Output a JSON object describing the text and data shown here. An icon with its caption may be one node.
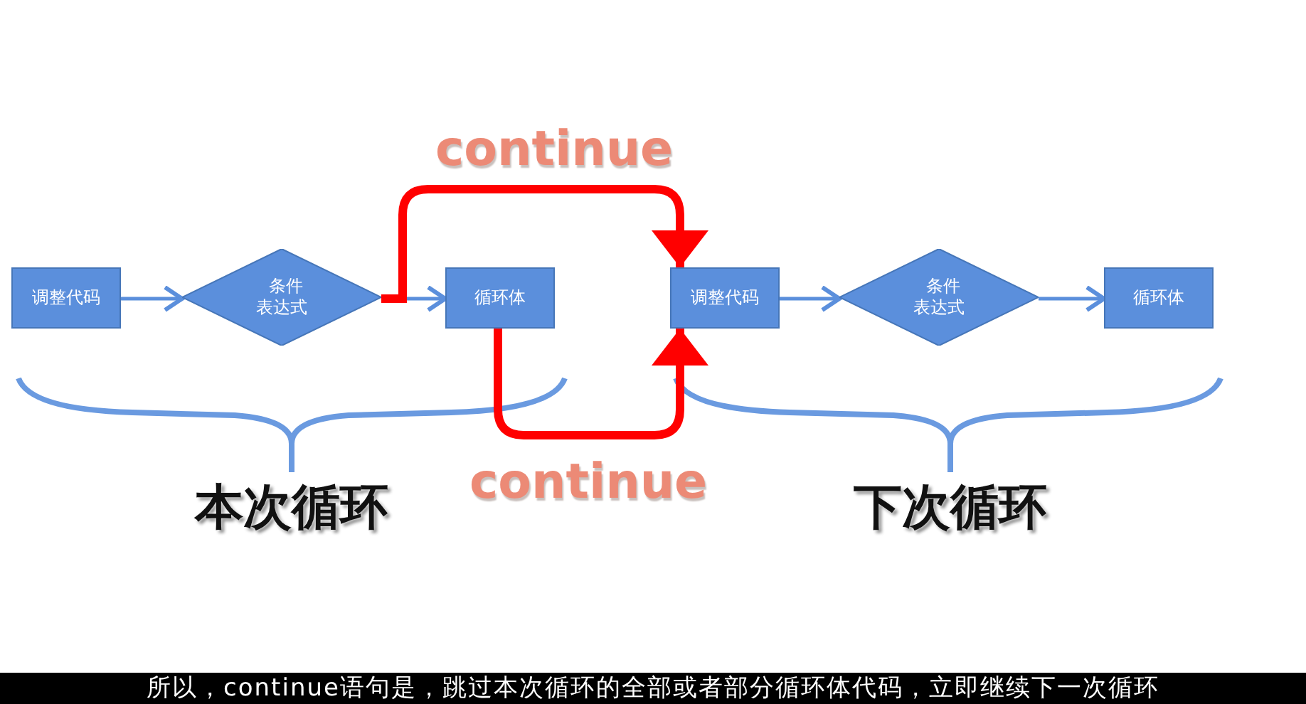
{
  "diagram": {
    "nodes": [
      {
        "text": [
          "调整代码"
        ]
      },
      {
        "text": [
          "条件表达式"
        ]
      },
      {
        "text": [
          "循环体"
        ]
      },
      {
        "text": [
          "调整代码"
        ]
      },
      {
        "text": [
          "条件表达式"
        ]
      },
      {
        "text": [
          "循环体"
        ]
      }
    ],
    "edges": [
      {
        "from": 0,
        "to": 1,
        "arrow": "to"
      },
      {
        "from": 1,
        "to": 2,
        "arrow": "to"
      },
      {
        "from": 1,
        "to": 3,
        "arrow": "to",
        "label": "continue",
        "style": "thick",
        "color": "#ff0000"
      },
      {
        "from": 2,
        "to": 3,
        "arrow": "to",
        "label": "continue",
        "style": "thick",
        "color": "#ff0000"
      },
      {
        "from": 3,
        "to": 4,
        "arrow": "to"
      },
      {
        "from": 4,
        "to": 5,
        "arrow": "to"
      }
    ],
    "labels": [
      "本次循环",
      "下次循环"
    ],
    "caption": "所以，continue语句是，跳过本次循环的全部或者部分循环体代码，立即继续下一次循环"
  }
}
